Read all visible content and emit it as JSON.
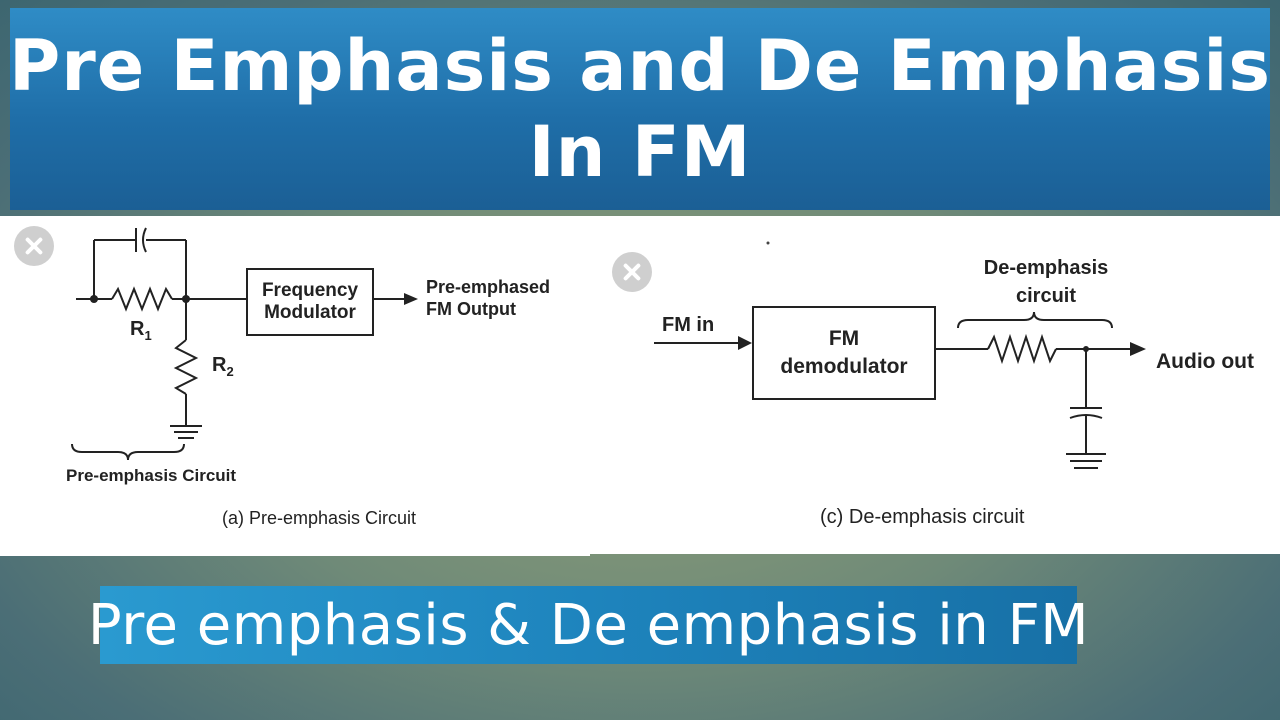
{
  "title": {
    "line1": "Pre Emphasis and De Emphasis",
    "line2": "In FM"
  },
  "pre_emphasis": {
    "modulator_label_line1": "Frequency",
    "modulator_label_line2": "Modulator",
    "output_line1": "Pre-emphased",
    "output_line2": "FM Output",
    "r1_label": "R",
    "r1_sub": "1",
    "r2_label": "R",
    "r2_sub": "2",
    "circuit_label": "Pre-emphasis Circuit",
    "caption": "(a) Pre-emphasis Circuit"
  },
  "de_emphasis": {
    "input_label": "FM in",
    "demod_line1": "FM",
    "demod_line2": "demodulator",
    "circuit_line1": "De-emphasis",
    "circuit_line2": "circuit",
    "output_label": "Audio out",
    "caption": "(c) De-emphasis circuit"
  },
  "subtitle": "Pre emphasis & De emphasis in FM",
  "colors": {
    "banner_blue": "#1f6ea8",
    "subtitle_blue": "#1e84bd",
    "close_gray": "#cfcfcf"
  },
  "icons": {
    "close": "close-icon"
  }
}
